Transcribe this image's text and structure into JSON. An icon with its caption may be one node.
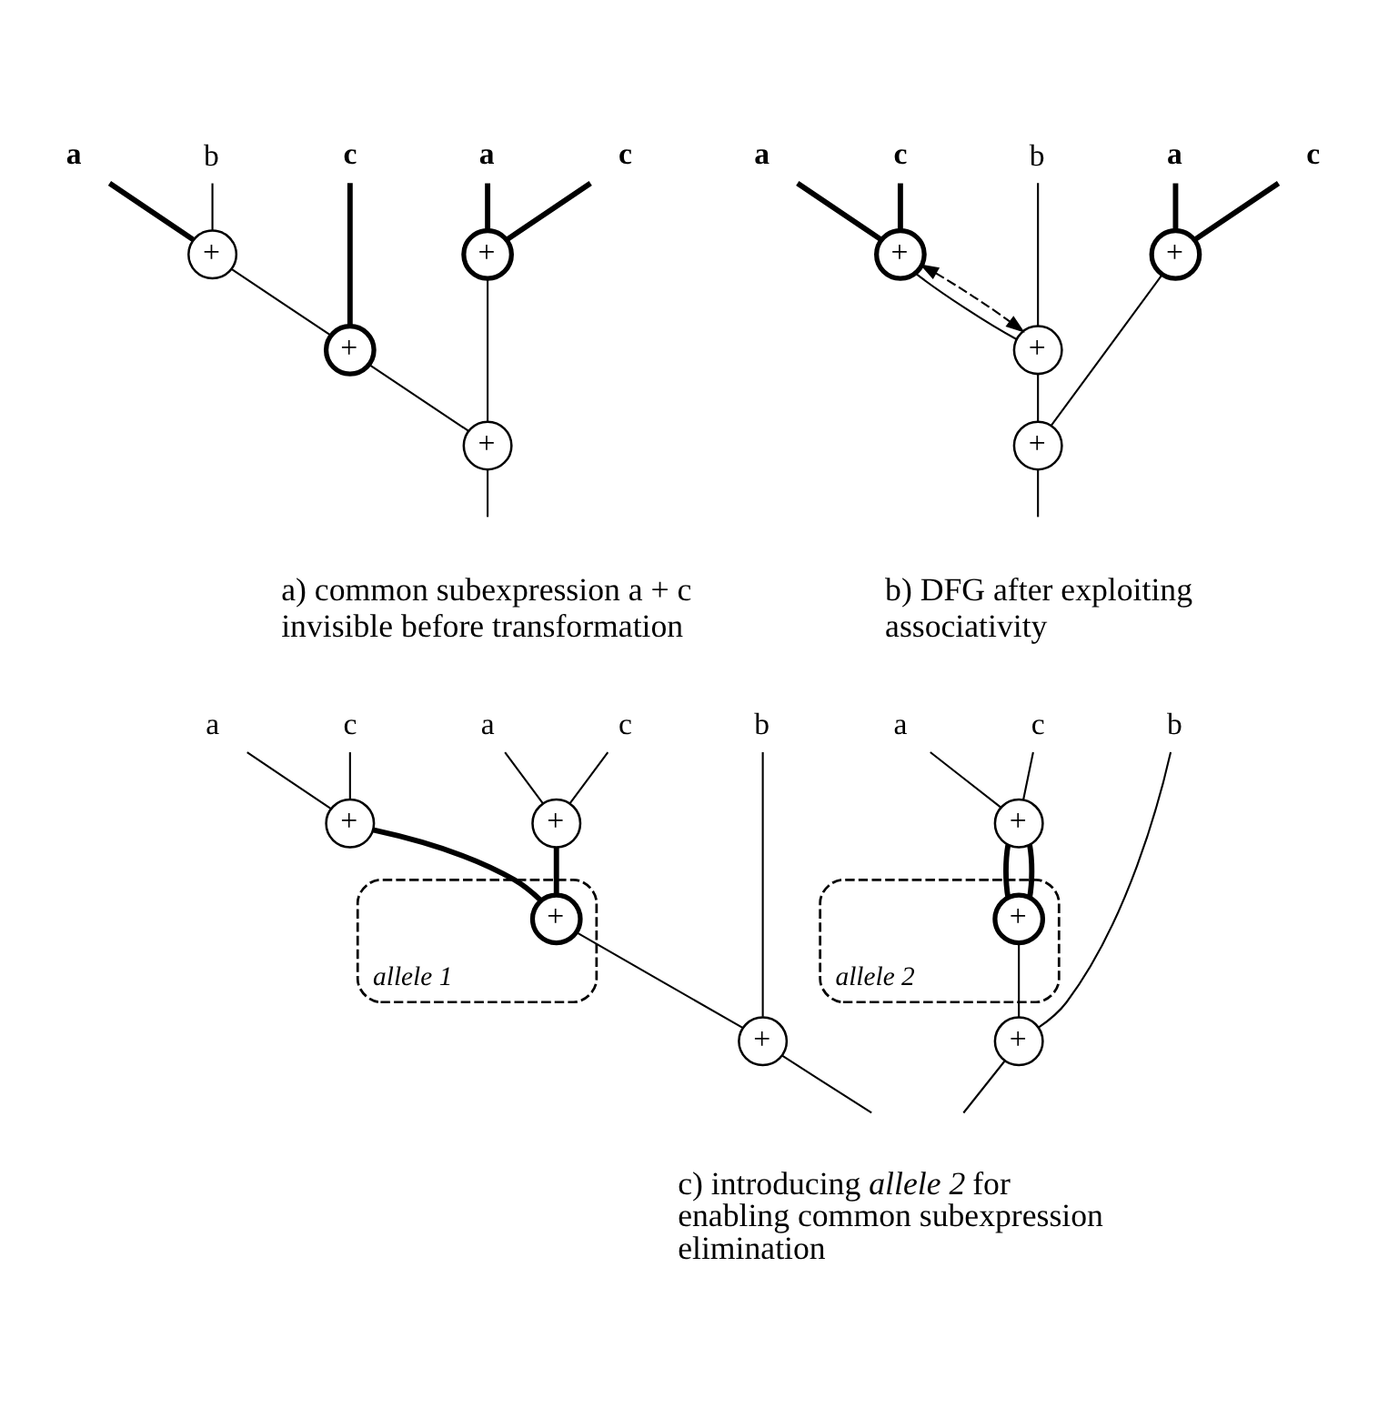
{
  "diagram": {
    "nodes": [
      {
        "text": [
          "a"
        ]
      },
      {
        "text": [
          "b"
        ]
      },
      {
        "text": [
          "c"
        ]
      },
      {
        "text": [
          "a"
        ]
      },
      {
        "text": [
          "c"
        ]
      },
      {
        "text": [
          "+"
        ]
      },
      {
        "text": [
          "+"
        ]
      },
      {
        "text": [
          "+"
        ]
      },
      {
        "text": [
          "+"
        ]
      },
      {
        "text": [
          "a"
        ]
      },
      {
        "text": [
          "c"
        ]
      },
      {
        "text": [
          "b"
        ]
      },
      {
        "text": [
          "a"
        ]
      },
      {
        "text": [
          "c"
        ]
      },
      {
        "text": [
          "+"
        ]
      },
      {
        "text": [
          "+"
        ]
      },
      {
        "text": [
          "+"
        ]
      },
      {
        "text": [
          "+"
        ]
      },
      {
        "text": [
          "allele 1"
        ]
      },
      {
        "text": [
          "a"
        ]
      },
      {
        "text": [
          "c"
        ]
      },
      {
        "text": [
          "a"
        ]
      },
      {
        "text": [
          "c"
        ]
      },
      {
        "text": [
          "b"
        ]
      },
      {
        "text": [
          "+"
        ]
      },
      {
        "text": [
          "+"
        ]
      },
      {
        "text": [
          "+"
        ],
        "in": 18
      },
      {
        "text": [
          "+"
        ]
      },
      {
        "text": [
          "allele 2"
        ]
      },
      {
        "text": [
          "a"
        ]
      },
      {
        "text": [
          "c"
        ]
      },
      {
        "text": [
          "b"
        ]
      },
      {
        "text": [
          "+"
        ]
      },
      {
        "text": [
          "+"
        ],
        "in": 28
      },
      {
        "text": [
          "+"
        ]
      }
    ],
    "edges": [
      {
        "from": 0,
        "to": 5,
        "arrow": "none",
        "style": "thick"
      },
      {
        "from": 1,
        "to": 5,
        "arrow": "none"
      },
      {
        "from": 2,
        "to": 6,
        "arrow": "none",
        "style": "thick"
      },
      {
        "from": 5,
        "to": 6,
        "arrow": "none"
      },
      {
        "from": 3,
        "to": 7,
        "arrow": "none",
        "style": "thick"
      },
      {
        "from": 4,
        "to": 7,
        "arrow": "none",
        "style": "thick"
      },
      {
        "from": 6,
        "to": 8,
        "arrow": "none"
      },
      {
        "from": 7,
        "to": 8,
        "arrow": "none"
      },
      {
        "from": 8,
        "to": null,
        "arrow": "none"
      },
      {
        "from": 9,
        "to": 14,
        "arrow": "none",
        "style": "thick"
      },
      {
        "from": 10,
        "to": 14,
        "arrow": "none",
        "style": "thick"
      },
      {
        "from": 14,
        "to": 15,
        "arrow": "none"
      },
      {
        "from": 11,
        "to": 15,
        "arrow": "none"
      },
      {
        "from": 12,
        "to": 16,
        "arrow": "none",
        "style": "thick"
      },
      {
        "from": 13,
        "to": 16,
        "arrow": "none",
        "style": "thick"
      },
      {
        "from": 15,
        "to": 17,
        "arrow": "none"
      },
      {
        "from": 16,
        "to": 17,
        "arrow": "none"
      },
      {
        "from": 17,
        "to": null,
        "arrow": "none"
      },
      {
        "from": 14,
        "to": 15,
        "arrow": "both",
        "style": "dashed"
      },
      {
        "from": 19,
        "to": 24,
        "arrow": "none"
      },
      {
        "from": 20,
        "to": 24,
        "arrow": "none"
      },
      {
        "from": 21,
        "to": 25,
        "arrow": "none"
      },
      {
        "from": 22,
        "to": 25,
        "arrow": "none"
      },
      {
        "from": 24,
        "to": 26,
        "arrow": "none",
        "style": "thick"
      },
      {
        "from": 25,
        "to": 26,
        "arrow": "none",
        "style": "thick"
      },
      {
        "from": 26,
        "to": 27,
        "arrow": "none"
      },
      {
        "from": 23,
        "to": 27,
        "arrow": "none"
      },
      {
        "from": 27,
        "to": null,
        "arrow": "none"
      },
      {
        "from": 29,
        "to": 32,
        "arrow": "none"
      },
      {
        "from": 30,
        "to": 32,
        "arrow": "none"
      },
      {
        "from": 32,
        "to": 33,
        "arrow": "none",
        "style": "thick"
      },
      {
        "from": 32,
        "to": 33,
        "arrow": "none",
        "style": "thick"
      },
      {
        "from": 33,
        "to": 34,
        "arrow": "none"
      },
      {
        "from": 31,
        "to": 34,
        "arrow": "none"
      },
      {
        "from": 34,
        "to": null,
        "arrow": "none"
      }
    ],
    "labels": [
      "a) common subexpression a + c invisible before transformation",
      "b) DFG after exploiting associativity",
      "c) introducing *allele 2* for enabling common subexpression elimination"
    ]
  }
}
